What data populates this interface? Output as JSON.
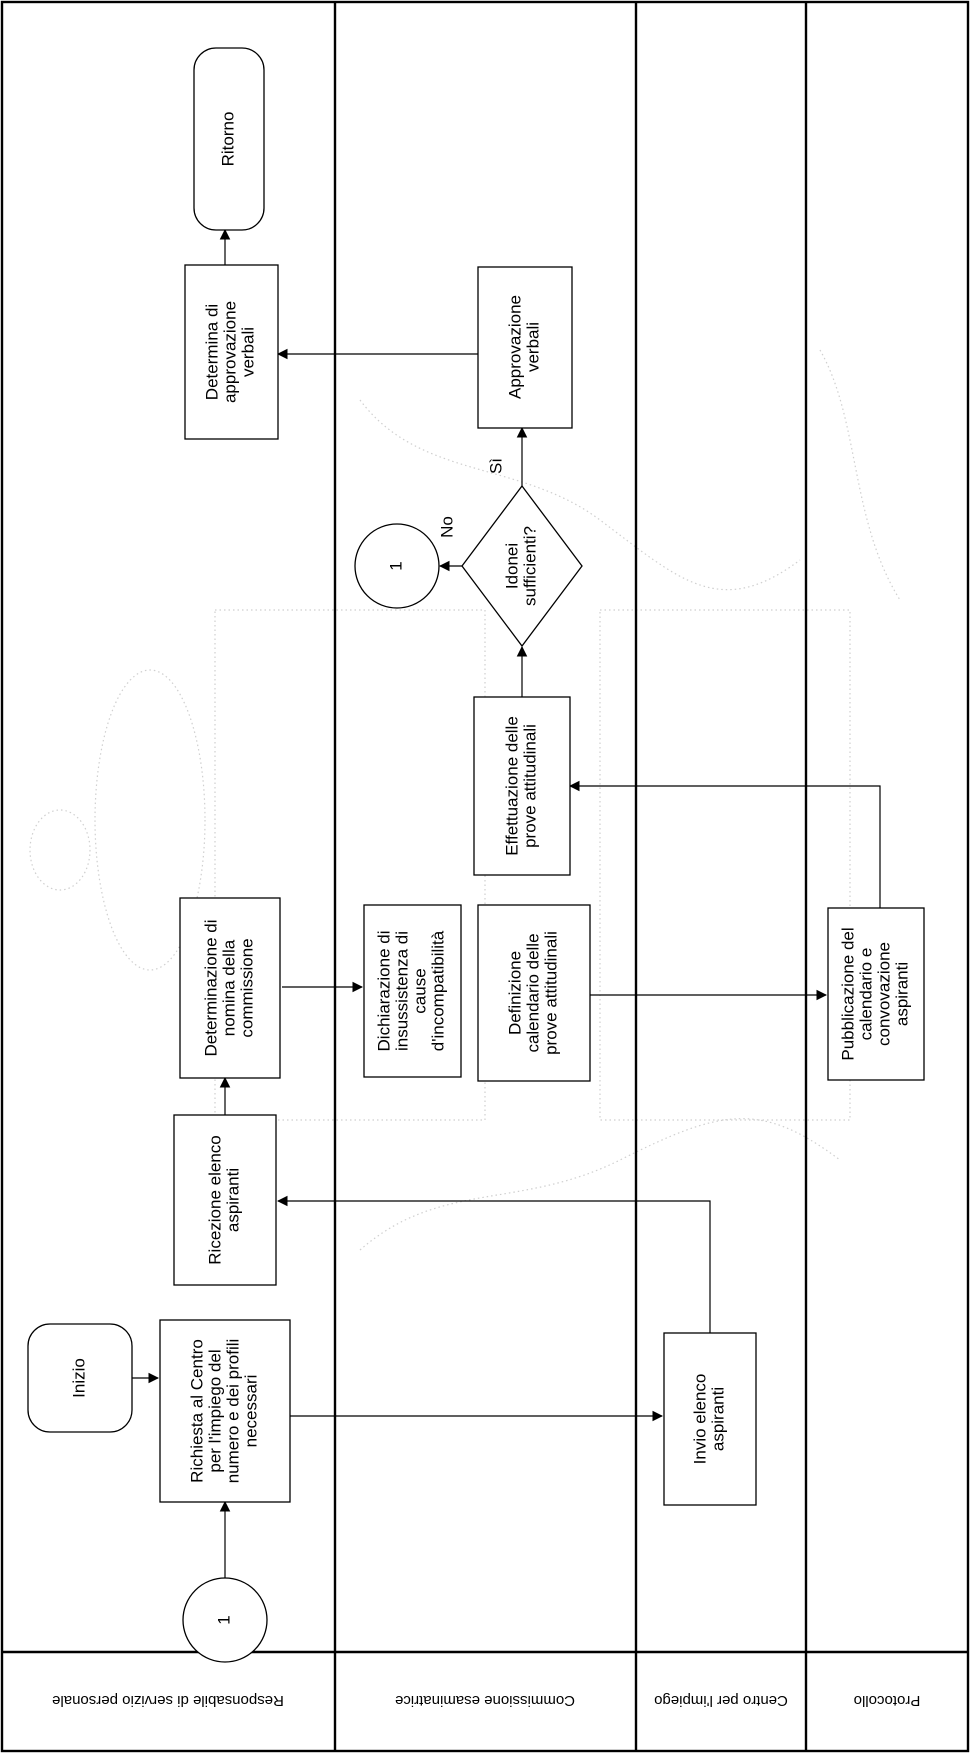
{
  "lanes": [
    {
      "id": "resp",
      "label": "Responsabile di servizio personale"
    },
    {
      "id": "comm",
      "label": "Commissione esaminatrice"
    },
    {
      "id": "centro",
      "label": "Centro per l'impiego"
    },
    {
      "id": "prot",
      "label": "Protocollo"
    }
  ],
  "nodes": {
    "inizio": {
      "label": "Inizio"
    },
    "richiesta": {
      "label": "Richiesta al Centro per l'impiego del numero e dei profili necessari"
    },
    "invio": {
      "label": "Invio elenco aspiranti"
    },
    "ricezione": {
      "label": "Ricezione elenco aspiranti"
    },
    "nomina": {
      "label": "Determinazione di nomina della commissione"
    },
    "dichiarazione": {
      "label": "Dichiarazione di insussistenza di cause d'incompatibilità"
    },
    "definizione": {
      "label": "Definizione calendario delle prove attitudinali"
    },
    "pubblicazione": {
      "label": "Pubblicazione del calendario e convovazione aspiranti"
    },
    "effettuazione": {
      "label": "Effettuazione delle prove attitudinali"
    },
    "idonei": {
      "label": "Idonei sufficienti?"
    },
    "connettore_a": {
      "label": "1"
    },
    "connettore_b": {
      "label": "1"
    },
    "approvazione": {
      "label": "Approvazione verbali"
    },
    "determina": {
      "label": "Determina di approvazione verbali"
    },
    "ritorno": {
      "label": "Ritorno"
    }
  },
  "edges": {
    "no_label": "No",
    "si_label": "Sì"
  },
  "colors": {
    "line": "#000000",
    "background": "#ffffff",
    "watermark": "#cfcfcf"
  }
}
